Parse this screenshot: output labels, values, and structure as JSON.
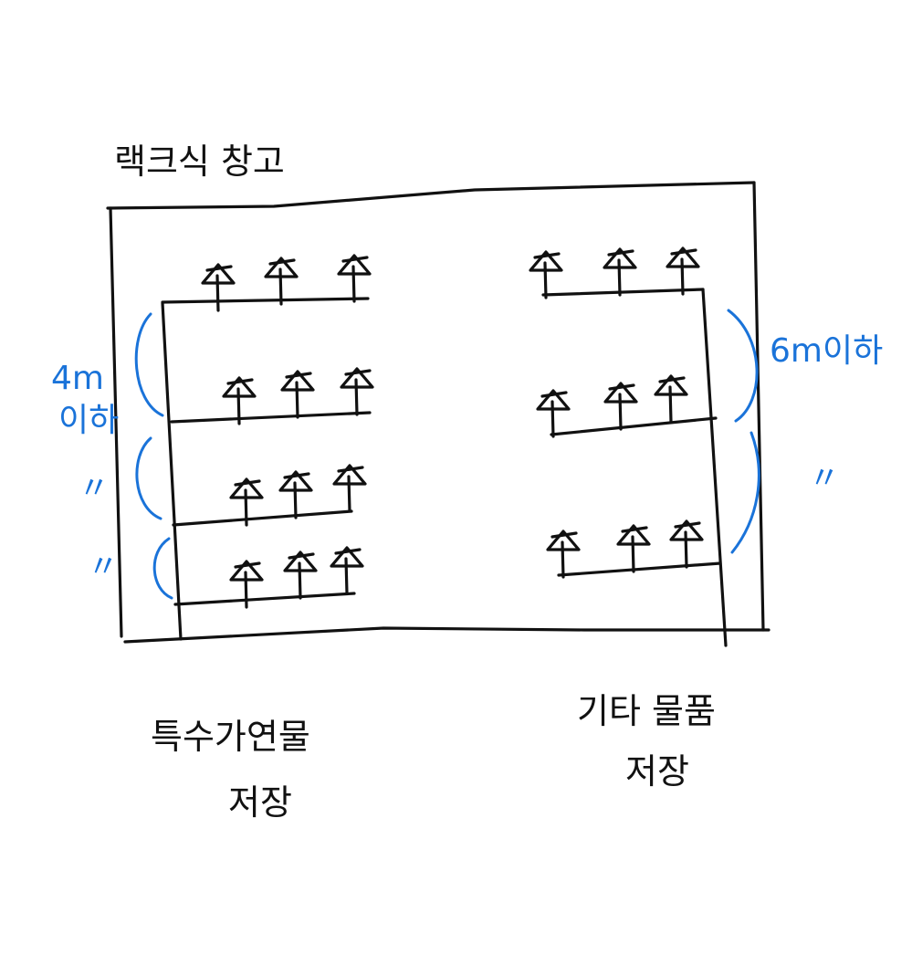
{
  "diagram": {
    "title": "랙크식 창고",
    "left_caption_line1": "특수가연물",
    "left_caption_line2": "저장",
    "right_caption_line1": "기타 물품",
    "right_caption_line2": "저장",
    "left_height_label_line1": "4m",
    "left_height_label_line2": "이하",
    "right_height_label": "6m이하",
    "ditto_mark": "〃",
    "ditto_mark_right": "〃",
    "sprinkler_icon": "sprinkler-head-icon",
    "ink_color": "#111111",
    "annotation_color": "#1a73d9"
  }
}
